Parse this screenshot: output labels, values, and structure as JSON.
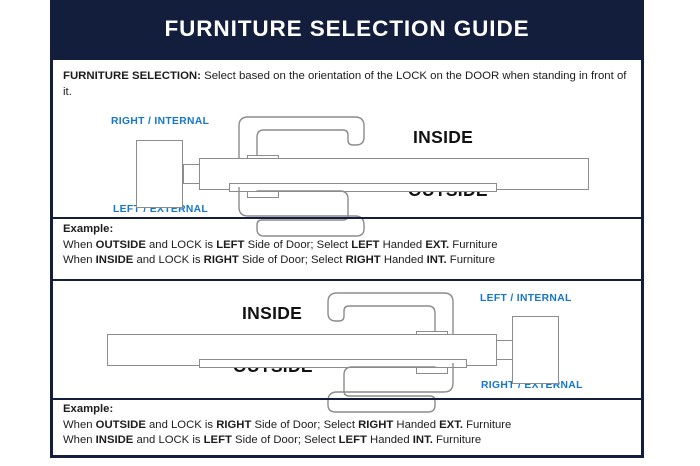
{
  "header": {
    "title": "FURNITURE SELECTION GUIDE"
  },
  "intro": {
    "lead": "FURNITURE SELECTION:",
    "body": "  Select based on the orientation of the LOCK on the DOOR when standing in front of it."
  },
  "diagram1": {
    "name": "lock-on-left-of-door-diagram",
    "top_label": "RIGHT / INTERNAL",
    "bottom_label": "LEFT / EXTERNAL",
    "inside_label": "INSIDE",
    "outside_label": "OUTSIDE"
  },
  "diagram2": {
    "name": "lock-on-right-of-door-diagram",
    "top_label": "LEFT / INTERNAL",
    "bottom_label": "RIGHT / EXTERNAL",
    "inside_label": "INSIDE",
    "outside_label": "OUTSIDE"
  },
  "example1": {
    "title": "Example:",
    "line1": {
      "a": "When ",
      "b1": "OUTSIDE",
      "c": " and LOCK is ",
      "b2": "LEFT",
      "d": " Side of Door;   Select ",
      "b3": "LEFT",
      "e": " Handed ",
      "b4": "EXT.",
      "f": " Furniture"
    },
    "line2": {
      "a": "When ",
      "b1": "INSIDE",
      "c": " and LOCK is ",
      "b2": "RIGHT",
      "d": " Side of Door;  Select ",
      "b3": "RIGHT",
      "e": " Handed ",
      "b4": "INT.",
      "f": " Furniture"
    }
  },
  "example2": {
    "title": "Example:",
    "line1": {
      "a": "When ",
      "b1": "OUTSIDE",
      "c": " and LOCK is ",
      "b2": "RIGHT",
      "d": " Side of Door;   Select ",
      "b3": "RIGHT",
      "e": " Handed ",
      "b4": "EXT.",
      "f": " Furniture"
    },
    "line2": {
      "a": "When ",
      "b1": "INSIDE",
      "c": " and LOCK is ",
      "b2": "LEFT",
      "d": " Side of Door;  Select ",
      "b3": "LEFT",
      "e": " Handed ",
      "b4": "INT.",
      "f": " Furniture"
    }
  },
  "colors": {
    "navy": "#131d3c",
    "blue_label": "#1476cc",
    "line_gray": "#8c8c8c",
    "text": "#1c1c1c"
  }
}
